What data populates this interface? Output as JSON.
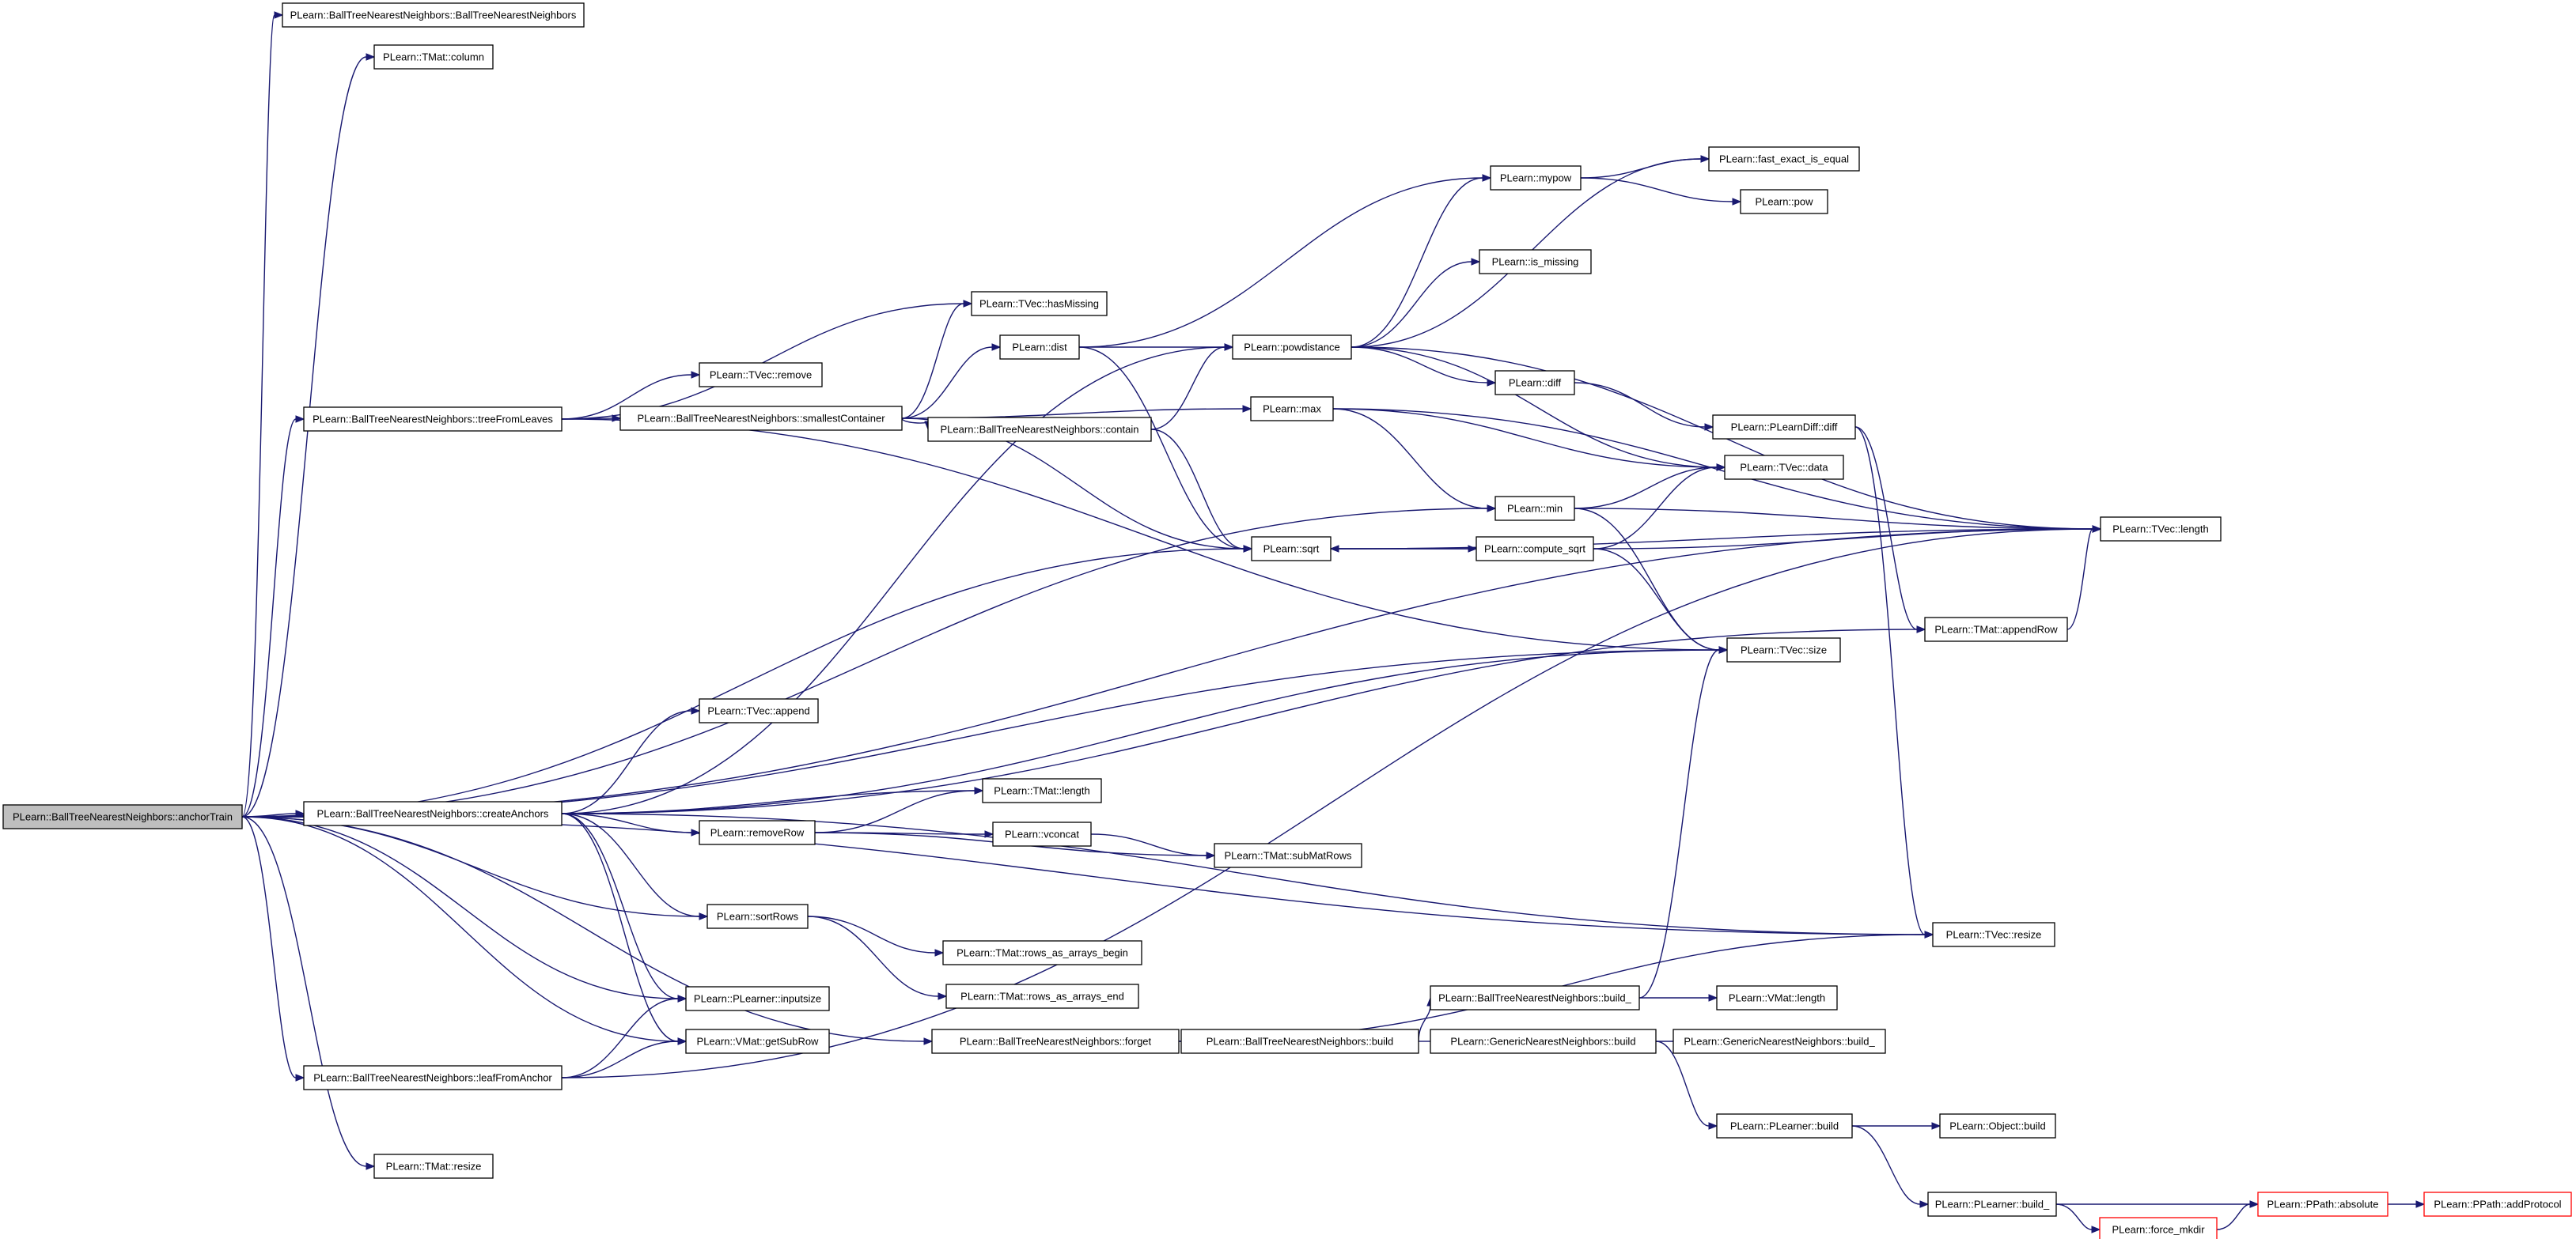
{
  "nodes": [
    {
      "id": "anchorTrain",
      "label": "PLearn::BallTreeNearestNeighbors::anchorTrain",
      "root": true
    },
    {
      "id": "ctor",
      "label": "PLearn::BallTreeNearestNeighbors::BallTreeNearestNeighbors"
    },
    {
      "id": "column",
      "label": "PLearn::TMat::column"
    },
    {
      "id": "treeFromLeaves",
      "label": "PLearn::BallTreeNearestNeighbors::treeFromLeaves"
    },
    {
      "id": "createAnchors",
      "label": "PLearn::BallTreeNearestNeighbors::createAnchors"
    },
    {
      "id": "leafFromAnchor",
      "label": "PLearn::BallTreeNearestNeighbors::leafFromAnchor"
    },
    {
      "id": "tmatresize",
      "label": "PLearn::TMat::resize"
    },
    {
      "id": "hasMissing",
      "label": "PLearn::TVec::hasMissing"
    },
    {
      "id": "tvecremove",
      "label": "PLearn::TVec::remove"
    },
    {
      "id": "smallestContainer",
      "label": "PLearn::BallTreeNearestNeighbors::smallestContainer"
    },
    {
      "id": "tvecappend",
      "label": "PLearn::TVec::append"
    },
    {
      "id": "removeRow",
      "label": "PLearn::removeRow"
    },
    {
      "id": "sortRows",
      "label": "PLearn::sortRows"
    },
    {
      "id": "inputsize",
      "label": "PLearn::PLearner::inputsize"
    },
    {
      "id": "getSubRow",
      "label": "PLearn::VMat::getSubRow"
    },
    {
      "id": "forget",
      "label": "PLearn::BallTreeNearestNeighbors::forget"
    },
    {
      "id": "dist",
      "label": "PLearn::dist"
    },
    {
      "id": "contain",
      "label": "PLearn::BallTreeNearestNeighbors::contain"
    },
    {
      "id": "tmatlength",
      "label": "PLearn::TMat::length"
    },
    {
      "id": "vconcat",
      "label": "PLearn::vconcat"
    },
    {
      "id": "rowsbegin",
      "label": "PLearn::TMat::rows_as_arrays_begin"
    },
    {
      "id": "rowsend",
      "label": "PLearn::TMat::rows_as_arrays_end"
    },
    {
      "id": "btbuild",
      "label": "PLearn::BallTreeNearestNeighbors::build"
    },
    {
      "id": "powdistance",
      "label": "PLearn::powdistance"
    },
    {
      "id": "max",
      "label": "PLearn::max"
    },
    {
      "id": "sqrt",
      "label": "PLearn::sqrt"
    },
    {
      "id": "submatrows",
      "label": "PLearn::TMat::subMatRows"
    },
    {
      "id": "btbuild_",
      "label": "PLearn::BallTreeNearestNeighbors::build_"
    },
    {
      "id": "gnnbuild",
      "label": "PLearn::GenericNearestNeighbors::build"
    },
    {
      "id": "mypow",
      "label": "PLearn::mypow"
    },
    {
      "id": "ismissing",
      "label": "PLearn::is_missing"
    },
    {
      "id": "diff",
      "label": "PLearn::diff"
    },
    {
      "id": "min",
      "label": "PLearn::min"
    },
    {
      "id": "computesqrt",
      "label": "PLearn::compute_sqrt"
    },
    {
      "id": "fasteq",
      "label": "PLearn::fast_exact_is_equal"
    },
    {
      "id": "pow",
      "label": "PLearn::pow"
    },
    {
      "id": "pldiffdiff",
      "label": "PLearn::PLearnDiff::diff"
    },
    {
      "id": "tvecdata",
      "label": "PLearn::TVec::data"
    },
    {
      "id": "tvecsize",
      "label": "PLearn::TVec::size"
    },
    {
      "id": "vmatlength",
      "label": "PLearn::VMat::length"
    },
    {
      "id": "gnnbuild_",
      "label": "PLearn::GenericNearestNeighbors::build_"
    },
    {
      "id": "plbuild",
      "label": "PLearn::PLearner::build"
    },
    {
      "id": "plbuild_",
      "label": "PLearn::PLearner::build_"
    },
    {
      "id": "forcemkdir",
      "label": "PLearn::force_mkdir",
      "red": true
    },
    {
      "id": "tveclength",
      "label": "PLearn::TVec::length"
    },
    {
      "id": "appendRow",
      "label": "PLearn::TMat::appendRow"
    },
    {
      "id": "tvecresize",
      "label": "PLearn::TVec::resize"
    },
    {
      "id": "objbuild",
      "label": "PLearn::Object::build"
    },
    {
      "id": "absolute",
      "label": "PLearn::PPath::absolute",
      "red": true
    },
    {
      "id": "addProtocol",
      "label": "PLearn::PPath::addProtocol",
      "red": true
    }
  ],
  "edges": [
    [
      "anchorTrain",
      "ctor"
    ],
    [
      "anchorTrain",
      "column"
    ],
    [
      "anchorTrain",
      "tveclength"
    ],
    [
      "anchorTrain",
      "treeFromLeaves"
    ],
    [
      "anchorTrain",
      "min"
    ],
    [
      "anchorTrain",
      "sqrt"
    ],
    [
      "anchorTrain",
      "tvecsize"
    ],
    [
      "anchorTrain",
      "createAnchors"
    ],
    [
      "anchorTrain",
      "sortRows"
    ],
    [
      "anchorTrain",
      "forget"
    ],
    [
      "anchorTrain",
      "inputsize"
    ],
    [
      "anchorTrain",
      "getSubRow"
    ],
    [
      "anchorTrain",
      "leafFromAnchor"
    ],
    [
      "anchorTrain",
      "tvecresize"
    ],
    [
      "anchorTrain",
      "tmatresize"
    ],
    [
      "treeFromLeaves",
      "hasMissing"
    ],
    [
      "treeFromLeaves",
      "tvecremove"
    ],
    [
      "treeFromLeaves",
      "smallestContainer"
    ],
    [
      "treeFromLeaves",
      "tvecsize"
    ],
    [
      "smallestContainer",
      "hasMissing"
    ],
    [
      "smallestContainer",
      "dist"
    ],
    [
      "smallestContainer",
      "contain"
    ],
    [
      "smallestContainer",
      "max"
    ],
    [
      "smallestContainer",
      "sqrt"
    ],
    [
      "dist",
      "mypow"
    ],
    [
      "dist",
      "powdistance"
    ],
    [
      "dist",
      "sqrt"
    ],
    [
      "contain",
      "powdistance"
    ],
    [
      "contain",
      "sqrt"
    ],
    [
      "powdistance",
      "fasteq"
    ],
    [
      "powdistance",
      "mypow"
    ],
    [
      "powdistance",
      "ismissing"
    ],
    [
      "powdistance",
      "diff"
    ],
    [
      "powdistance",
      "tvecdata"
    ],
    [
      "powdistance",
      "tveclength"
    ],
    [
      "mypow",
      "fasteq"
    ],
    [
      "mypow",
      "pow"
    ],
    [
      "diff",
      "pldiffdiff"
    ],
    [
      "pldiffdiff",
      "appendRow"
    ],
    [
      "pldiffdiff",
      "tvecresize"
    ],
    [
      "max",
      "tveclength"
    ],
    [
      "max",
      "tvecdata"
    ],
    [
      "max",
      "min"
    ],
    [
      "min",
      "tvecdata"
    ],
    [
      "min",
      "tveclength"
    ],
    [
      "min",
      "tvecsize"
    ],
    [
      "sqrt",
      "computesqrt"
    ],
    [
      "sqrt",
      "tveclength"
    ],
    [
      "computesqrt",
      "sqrt"
    ],
    [
      "computesqrt",
      "tvecdata"
    ],
    [
      "computesqrt",
      "tveclength"
    ],
    [
      "computesqrt",
      "tvecsize"
    ],
    [
      "appendRow",
      "tveclength"
    ],
    [
      "createAnchors",
      "powdistance"
    ],
    [
      "createAnchors",
      "appendRow"
    ],
    [
      "createAnchors",
      "tvecsize"
    ],
    [
      "createAnchors",
      "tvecappend"
    ],
    [
      "createAnchors",
      "tmatlength"
    ],
    [
      "createAnchors",
      "removeRow"
    ],
    [
      "createAnchors",
      "sortRows"
    ],
    [
      "createAnchors",
      "tvecresize"
    ],
    [
      "createAnchors",
      "inputsize"
    ],
    [
      "createAnchors",
      "getSubRow"
    ],
    [
      "removeRow",
      "tmatlength"
    ],
    [
      "removeRow",
      "vconcat"
    ],
    [
      "removeRow",
      "submatrows"
    ],
    [
      "vconcat",
      "submatrows"
    ],
    [
      "sortRows",
      "rowsbegin"
    ],
    [
      "sortRows",
      "rowsend"
    ],
    [
      "leafFromAnchor",
      "inputsize"
    ],
    [
      "leafFromAnchor",
      "getSubRow"
    ],
    [
      "leafFromAnchor",
      "tveclength"
    ],
    [
      "forget",
      "tvecresize"
    ],
    [
      "forget",
      "btbuild"
    ],
    [
      "btbuild",
      "btbuild_"
    ],
    [
      "btbuild",
      "gnnbuild"
    ],
    [
      "btbuild_",
      "vmatlength"
    ],
    [
      "btbuild_",
      "tvecsize"
    ],
    [
      "gnnbuild",
      "gnnbuild_"
    ],
    [
      "gnnbuild",
      "plbuild"
    ],
    [
      "plbuild",
      "objbuild"
    ],
    [
      "plbuild",
      "plbuild_"
    ],
    [
      "plbuild_",
      "absolute"
    ],
    [
      "plbuild_",
      "forcemkdir"
    ],
    [
      "forcemkdir",
      "absolute"
    ],
    [
      "absolute",
      "addProtocol"
    ]
  ]
}
